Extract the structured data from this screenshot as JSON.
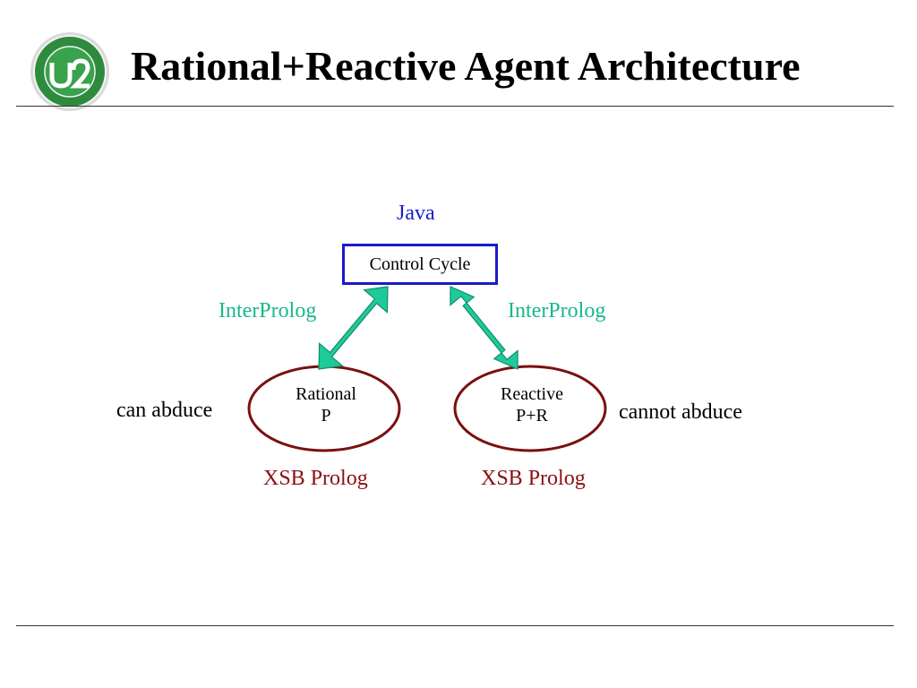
{
  "slide": {
    "title": "Rational+Reactive Agent Architecture"
  },
  "colors": {
    "java": "#1a1acc",
    "interprolog": "#17b88a",
    "xsb": "#8b1010",
    "ellipse_border": "#7a1010",
    "arrow_fill": "#1fc99a",
    "box_border": "#1a1acc"
  },
  "diagram": {
    "java_label": "Java",
    "control_cycle": "Control Cycle",
    "interprolog_left": "InterProlog",
    "interprolog_right": "InterProlog",
    "rational": {
      "line1": "Rational",
      "line2": "P"
    },
    "reactive": {
      "line1": "Reactive",
      "line2": "P+R"
    },
    "xsb_left": "XSB Prolog",
    "xsb_right": "XSB Prolog",
    "can_abduce": "can abduce",
    "cannot_abduce": "cannot abduce"
  },
  "icons": {
    "logo": "university-seal-icon",
    "left_arrow": "double-headed-arrow",
    "right_arrow": "double-headed-arrow"
  }
}
